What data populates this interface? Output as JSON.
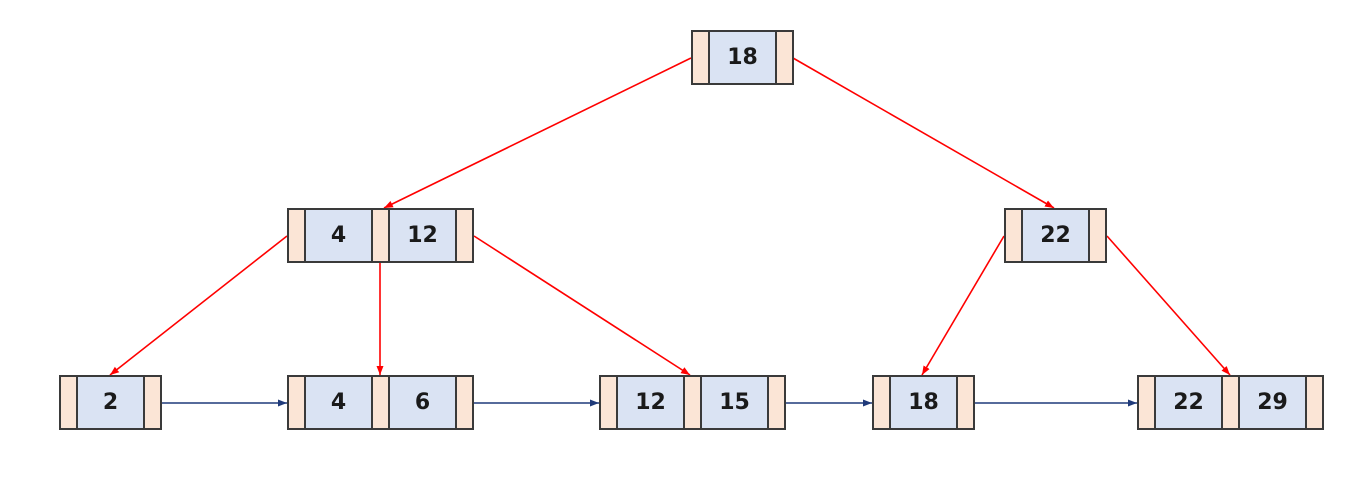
{
  "tree": {
    "root": {
      "keys": [
        "18"
      ]
    },
    "internal_left": {
      "keys": [
        "4",
        "12"
      ]
    },
    "internal_right": {
      "keys": [
        "22"
      ]
    },
    "leaves": [
      {
        "keys": [
          "2"
        ]
      },
      {
        "keys": [
          "4",
          "6"
        ]
      },
      {
        "keys": [
          "12",
          "15"
        ]
      },
      {
        "keys": [
          "18"
        ]
      },
      {
        "keys": [
          "22",
          "29"
        ]
      }
    ]
  },
  "colors": {
    "pointer_fill": "#fbe5d6",
    "key_fill": "#dae3f3",
    "tree_edge": "#ff0000",
    "leaf_link": "#1f3a7a",
    "border": "#3a3a3a"
  }
}
